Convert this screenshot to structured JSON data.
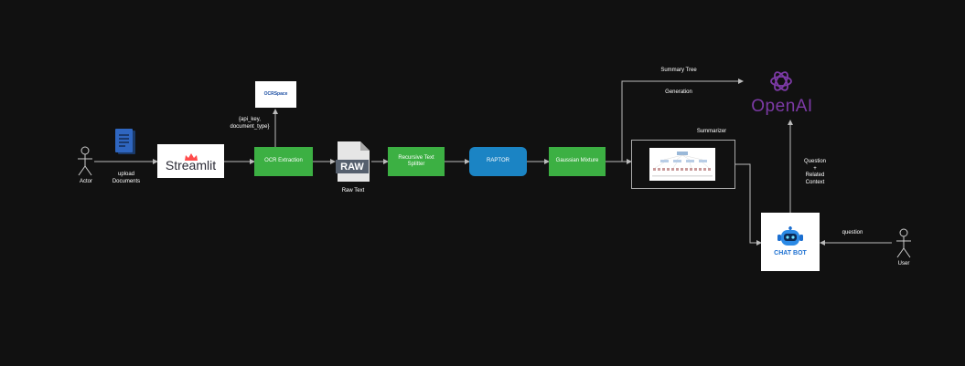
{
  "actors": {
    "actor_label": "Actor",
    "user_label": "User"
  },
  "edges": {
    "upload": "upload\nDocuments",
    "api_params": "{api_key,\ndocument_type}",
    "summary_tree": "Summary Tree",
    "generation": "Generation",
    "summarizer": "Summarizer",
    "question_context": "Question\n+\nRelated\nContext",
    "question": "question"
  },
  "nodes": {
    "streamlit": "Streamlit",
    "ocr_space_logo": "OCRSpace",
    "ocr_extraction": "OCR Extraction",
    "raw_icon": "RAW",
    "raw_text": "Raw Text",
    "splitter": "Recursive Text\nSplitter",
    "raptor": "RAPTOR",
    "gaussian": "Gaussian Mixture",
    "openai": "OpenAI",
    "chatbot": "CHAT BOT"
  },
  "colors": {
    "background": "#111111",
    "process_green": "#3cb043",
    "raptor_blue": "#1b84c4",
    "openai_purple": "#7c3aa6",
    "streamlit_red": "#ff4b4b",
    "chatbot_blue": "#1b6fd1",
    "wire": "#bbbbbb"
  },
  "icons": {
    "actor": "stick-figure-icon",
    "user": "stick-figure-icon",
    "documents": "document-icon",
    "streamlit": "crown-icon",
    "raw": "raw-file-icon",
    "openai": "openai-knot-icon",
    "chatbot": "robot-icon",
    "tree_image": "tree-diagram-thumbnail"
  }
}
